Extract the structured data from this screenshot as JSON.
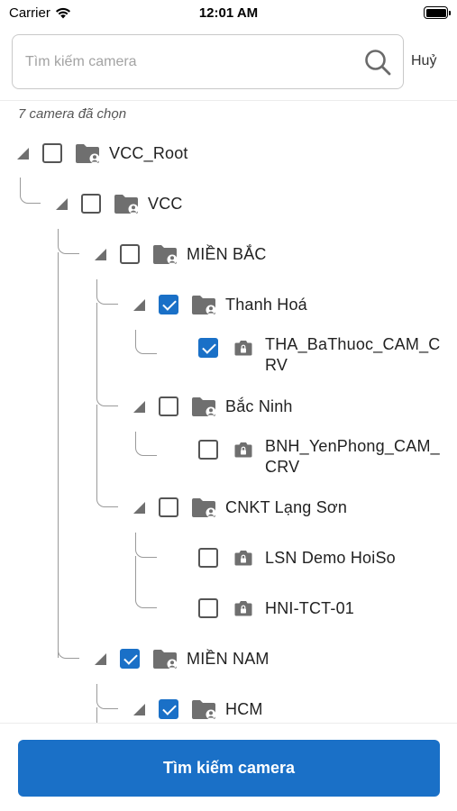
{
  "status_bar": {
    "carrier": "Carrier",
    "time": "12:01 AM"
  },
  "search": {
    "placeholder": "Tìm kiếm camera",
    "value": "",
    "cancel_label": "Huỷ"
  },
  "selected_count": "7 camera đã chọn",
  "tree": [
    {
      "label": "VCC_Root",
      "type": "folder",
      "checked": false
    },
    {
      "label": "VCC",
      "type": "folder",
      "checked": false
    },
    {
      "label": "MIỀN BẮC",
      "type": "folder",
      "checked": false
    },
    {
      "label": "Thanh Hoá",
      "type": "folder",
      "checked": true
    },
    {
      "label": "THA_BaThuoc_CAM_CRV",
      "type": "camera",
      "checked": true
    },
    {
      "label": "Bắc Ninh",
      "type": "folder",
      "checked": false
    },
    {
      "label": "BNH_YenPhong_CAM_CRV",
      "type": "camera",
      "checked": false
    },
    {
      "label": "CNKT Lạng Sơn",
      "type": "folder",
      "checked": false
    },
    {
      "label": "LSN Demo HoiSo",
      "type": "camera",
      "checked": false
    },
    {
      "label": "HNI-TCT-01",
      "type": "camera",
      "checked": false
    },
    {
      "label": "MIỀN NAM",
      "type": "folder",
      "checked": true
    },
    {
      "label": "HCM",
      "type": "folder",
      "checked": true
    }
  ],
  "colors": {
    "accent": "#1a70c7",
    "icon": "#6f6f6f",
    "line": "#9a9a9a"
  },
  "icons": {
    "folder": "folder-user-icon",
    "camera": "camera-lock-icon",
    "toggle": "expanded-triangle-icon",
    "search": "search-icon"
  },
  "primary_button": {
    "label": "Tìm kiếm camera"
  }
}
